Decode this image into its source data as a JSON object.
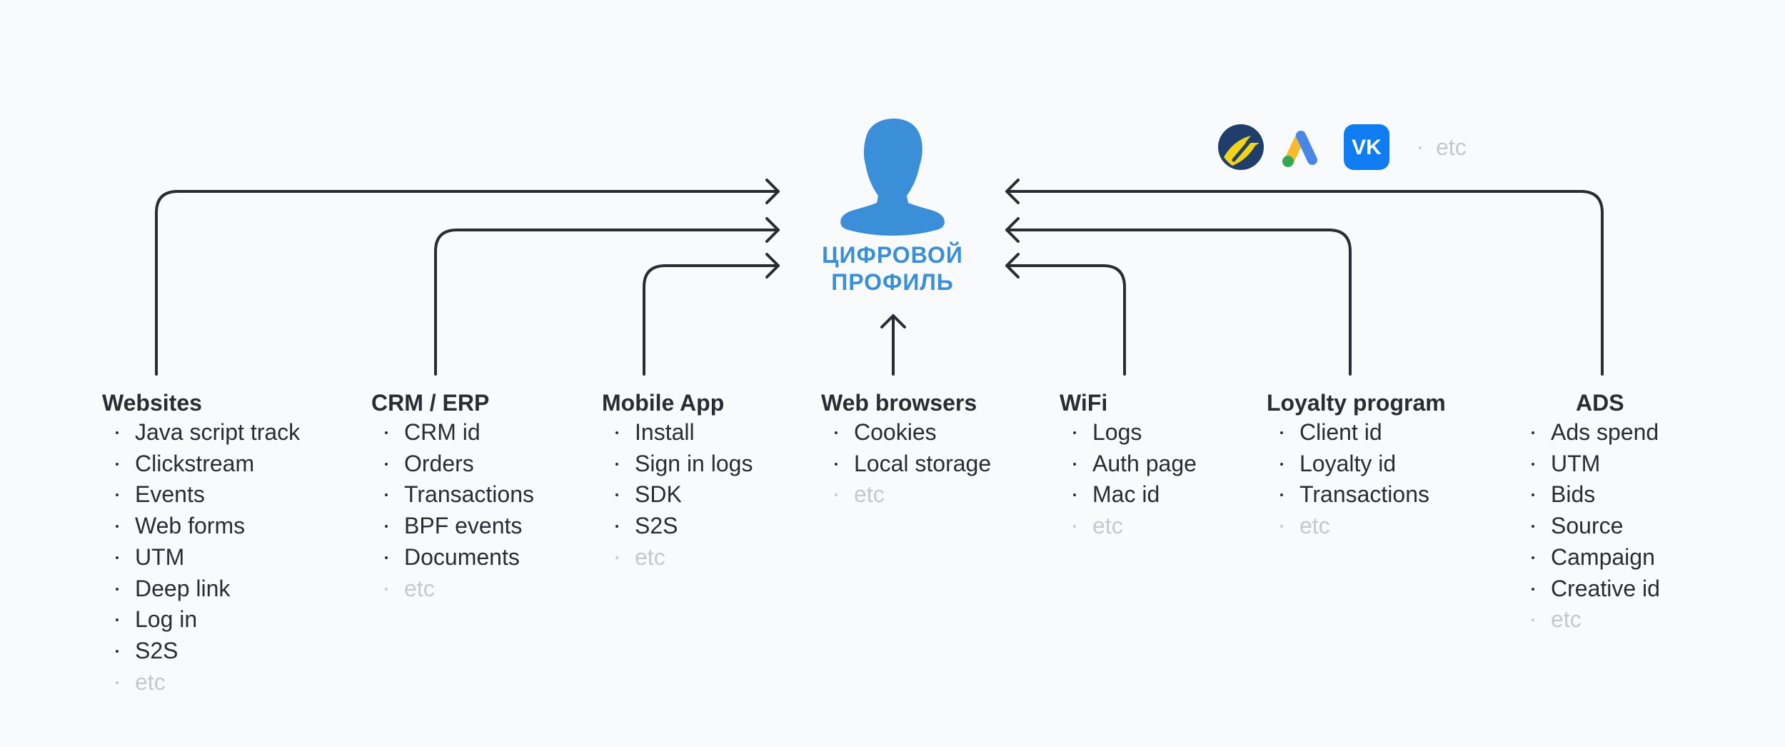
{
  "profile": {
    "title_line1": "ЦИФРОВОЙ",
    "title_line2": "ПРОФИЛЬ",
    "icon": "user-silhouette-icon",
    "color": "#3a8fd8"
  },
  "logos": {
    "items": [
      {
        "name": "yandex-direct-logo-icon"
      },
      {
        "name": "google-ads-logo-icon"
      },
      {
        "name": "vk-logo-icon",
        "label": "VK"
      }
    ],
    "etc": "etc"
  },
  "sources": [
    {
      "title": "Websites",
      "items": [
        "Java script track",
        "Clickstream",
        "Events",
        "Web forms",
        "UTM",
        "Deep link",
        "Log in",
        "S2S"
      ],
      "etc": "etc"
    },
    {
      "title": "CRM / ERP",
      "items": [
        "CRM id",
        "Orders",
        "Transactions",
        "BPF events",
        "Documents"
      ],
      "etc": "etc"
    },
    {
      "title": "Mobile App",
      "items": [
        "Install",
        "Sign in logs",
        "SDK",
        "S2S"
      ],
      "etc": "etc"
    },
    {
      "title": "Web browsers",
      "items": [
        "Cookies",
        "Local storage"
      ],
      "etc": "etc"
    },
    {
      "title": "WiFi",
      "items": [
        "Logs",
        "Auth page",
        "Mac id"
      ],
      "etc": "etc"
    },
    {
      "title": "Loyalty program",
      "items": [
        "Client id",
        "Loyalty id",
        "Transactions"
      ],
      "etc": "etc"
    },
    {
      "title": "ADS",
      "items": [
        "Ads spend",
        "UTM",
        "Bids",
        "Source",
        "Campaign",
        "Creative id"
      ],
      "etc": "etc"
    }
  ],
  "colors": {
    "background": "#f9fafc",
    "text": "#2a2c33",
    "muted": "#c5c8cf",
    "arrow": "#2a2c33",
    "accent": "#3a8fd8"
  }
}
